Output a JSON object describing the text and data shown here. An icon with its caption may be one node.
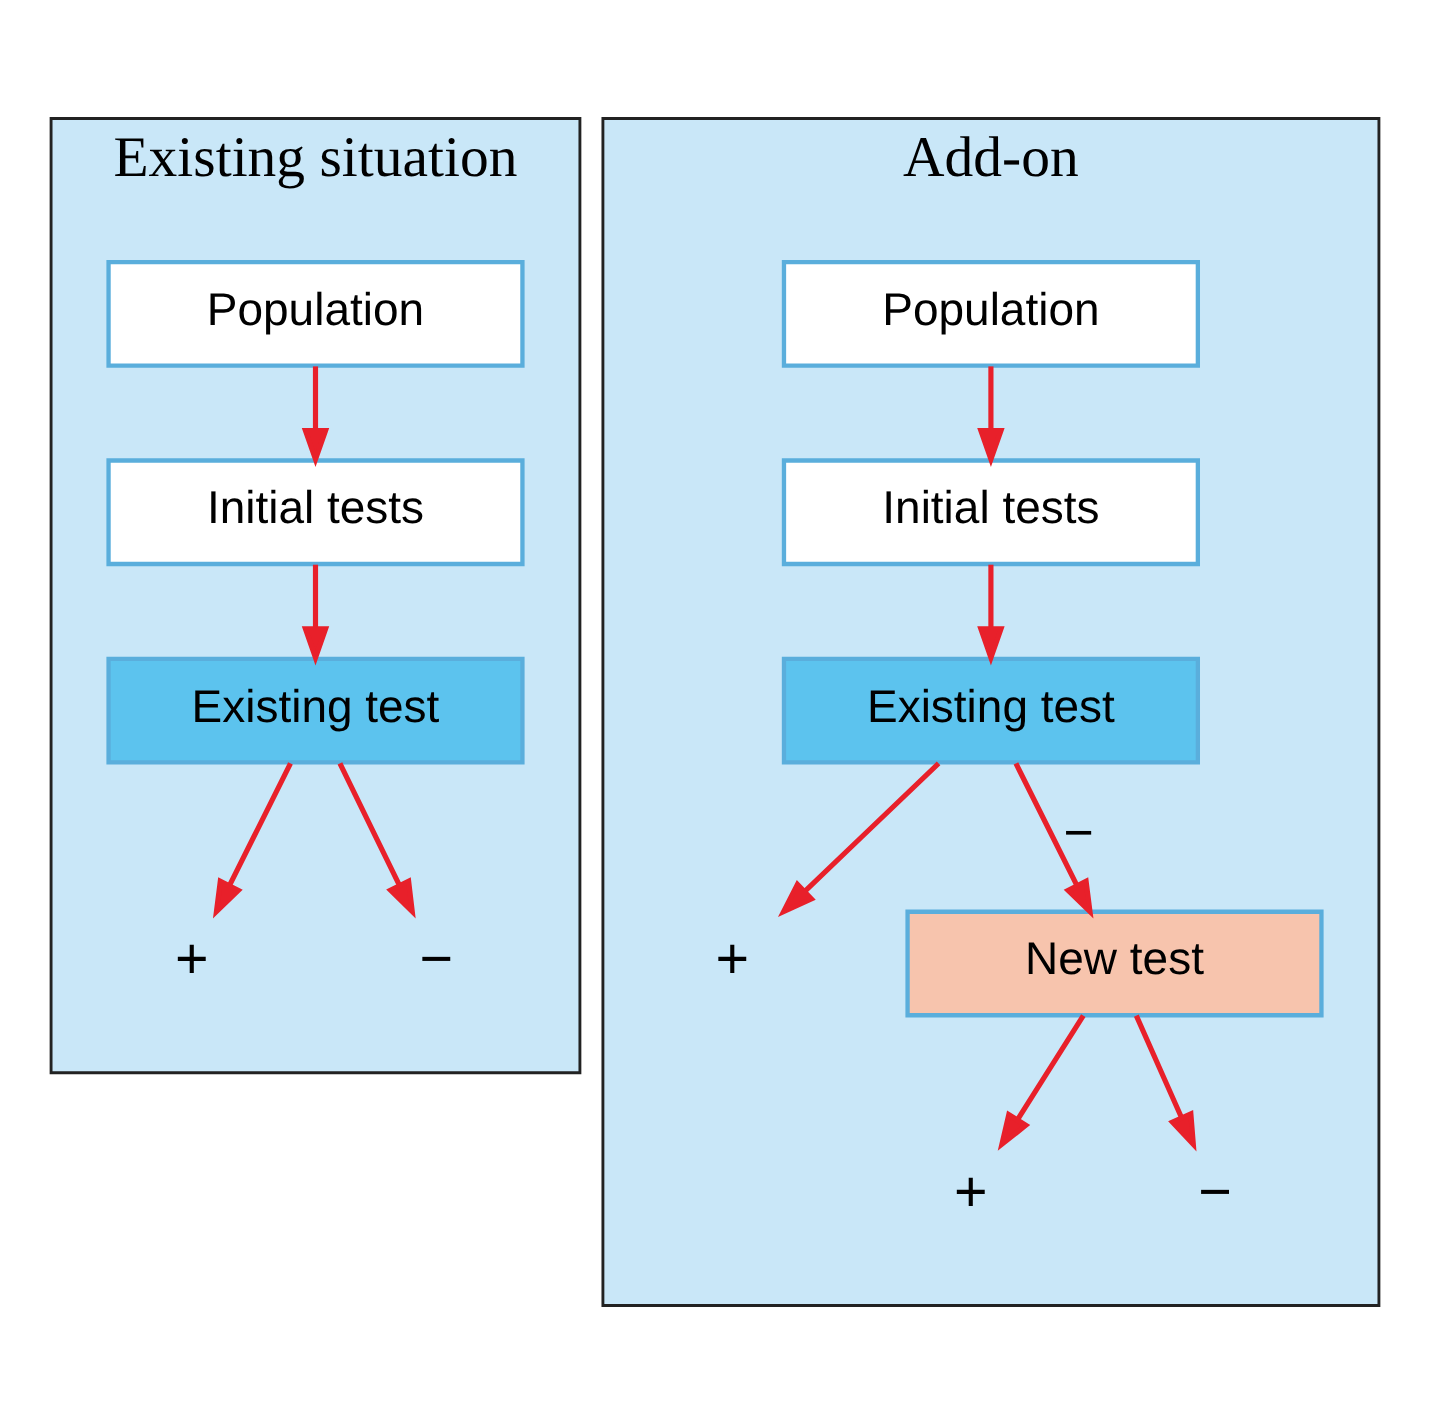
{
  "diagram": {
    "nodes": [
      {
        "text": [
          "Existing situation"
        ]
      },
      {
        "text": [
          "Population"
        ],
        "in": 0
      },
      {
        "text": [
          "Initial tests"
        ],
        "in": 0
      },
      {
        "text": [
          "Existing test"
        ],
        "in": 0
      },
      {
        "text": [
          "+"
        ],
        "in": 0
      },
      {
        "text": [
          "−"
        ],
        "in": 0
      },
      {
        "text": [
          "Add-on"
        ]
      },
      {
        "text": [
          "Population"
        ],
        "in": 6
      },
      {
        "text": [
          "Initial tests"
        ],
        "in": 6
      },
      {
        "text": [
          "Existing test"
        ],
        "in": 6
      },
      {
        "text": [
          "+"
        ],
        "in": 6
      },
      {
        "text": [
          "New test"
        ],
        "in": 6
      },
      {
        "text": [
          "+"
        ],
        "in": 6
      },
      {
        "text": [
          "−"
        ],
        "in": 6
      }
    ],
    "edges": [
      {
        "from": 1,
        "to": 2,
        "arrow": "to"
      },
      {
        "from": 2,
        "to": 3,
        "arrow": "to"
      },
      {
        "from": 3,
        "to": 4,
        "arrow": "to"
      },
      {
        "from": 3,
        "to": 5,
        "arrow": "to"
      },
      {
        "from": 7,
        "to": 8,
        "arrow": "to"
      },
      {
        "from": 8,
        "to": 9,
        "arrow": "to"
      },
      {
        "from": 9,
        "to": 10,
        "arrow": "to"
      },
      {
        "from": 9,
        "to": 11,
        "arrow": "to",
        "label": "−"
      },
      {
        "from": 11,
        "to": 12,
        "arrow": "to"
      },
      {
        "from": 11,
        "to": 13,
        "arrow": "to"
      }
    ]
  }
}
